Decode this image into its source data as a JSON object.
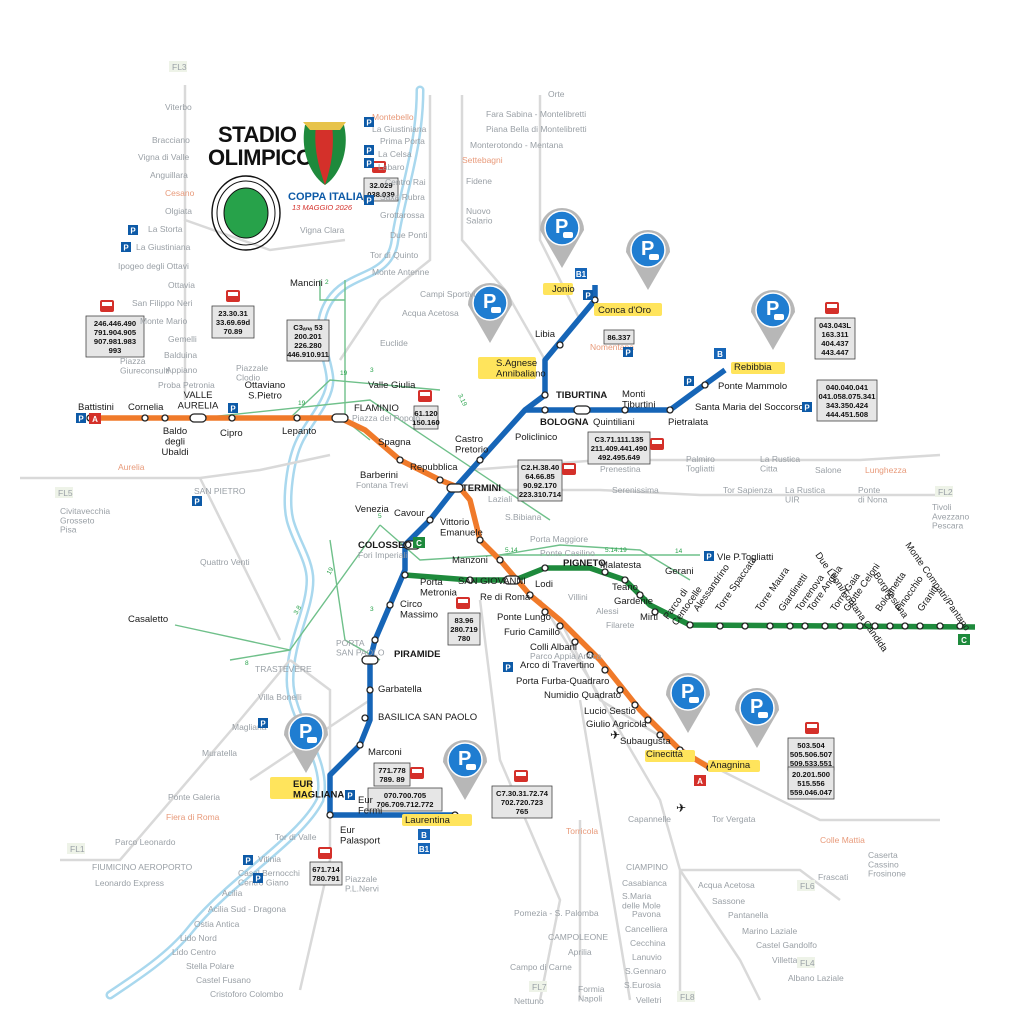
{
  "colors": {
    "line_a": "#f07a2a",
    "line_b": "#1665b7",
    "line_c": "#1e8a3c",
    "tram": "#6fc08a",
    "river": "#a9d8ee",
    "rail": "#d9d9d9",
    "parking": "#0d5aa7",
    "highlight": "#ffe45c"
  },
  "logo": {
    "title_1": "STADIO",
    "title_2": "OLIMPICO",
    "event": "COPPA ITALIA",
    "date": "13 MAGGIO 2026"
  },
  "lines": {
    "a_badge": "A",
    "b_badge": "B",
    "b1_badge": "B1",
    "c_badge": "C",
    "parking_glyph": "P"
  },
  "line_a": {
    "battistini": "Battistini",
    "cornelia": "Cornelia",
    "baldo": "Baldo\ndegli\nUbaldi",
    "valle_aurelia": "VALLE\nAURELIA",
    "cipro": "Cipro",
    "ottaviano": "Ottaviano\nS.Pietro",
    "lepanto": "Lepanto",
    "flaminio": "FLAMINIO",
    "flaminio_sub": "Piazza del Popolo",
    "spagna": "Spagna",
    "barberini": "Barberini",
    "barberini_sub": "Fontana Trevi",
    "repubblica": "Repubblica",
    "termini": "TERMINI",
    "vittorio": "Vittorio\nEmanuele",
    "manzoni": "Manzoni",
    "san_giovanni": "SAN GIOVANNI",
    "re_di_roma": "Re di Roma",
    "ponte_lungo": "Ponte Lungo",
    "furio_camillo": "Furio Camillo",
    "colli_albani": "Colli Albani",
    "colli_albani_sub": "Parco Appia Antica",
    "arco_travertino": "Arco di Travertino",
    "porta_furba": "Porta Furba-Quadraro",
    "numidio": "Numidio Quadrato",
    "lucio_sestio": "Lucio Sestio",
    "giulio_agricola": "Giulio Agricola",
    "subaugusta": "Subaugusta",
    "cinecitta": "Cinecittà",
    "anagnina": "Anagnina"
  },
  "line_b": {
    "jonio": "Jonio",
    "conca_doro": "Conca d'Oro",
    "libia": "Libia",
    "s_agnese": "S.Agnese\nAnnibaliano",
    "bologna": "BOLOGNA",
    "policlinico": "Policlinico",
    "castro_pretorio": "Castro\nPretorio",
    "tiburtina": "TIBURTINA",
    "quintiliani": "Quintiliani",
    "monti_tiburtini": "Monti\nTiburtini",
    "pietralata": "Pietralata",
    "santa_maria": "Santa Maria del Soccorso",
    "ponte_mammolo": "Ponte Mammolo",
    "rebibbia": "Rebibbia",
    "cavour": "Cavour",
    "colosseo": "COLOSSEO",
    "colosseo_sub": "Fori Imperiali",
    "circo_massimo": "Circo\nMassimo",
    "piramide": "PIRAMIDE",
    "garbatella": "Garbatella",
    "basilica": "BASILICA SAN PAOLO",
    "marconi": "Marconi",
    "eur_magliana": "EUR\nMAGLIANA",
    "eur_fermi": "Eur\nFermi",
    "laurentina": "Laurentina",
    "eur_palasport": "Eur\nPalasport"
  },
  "line_c": {
    "porta_metronia": "Porta\nMetronia",
    "lodi": "Lodi",
    "pigneto": "PIGNETO",
    "malatesta": "Malatesta",
    "teano": "Teano",
    "gardenie": "Gardenie",
    "mirti": "Mirti",
    "parco_centocelle": "Parco di\nCentocelle",
    "alessandrino": "Alessandrino",
    "torre_spaccata": "Torre Spaccata",
    "torre_maura": "Torre Maura",
    "giardinetti": "Giardinetti",
    "torrenova": "Torrenova",
    "torre_angela": "Torre Angela",
    "torre_gaia": "Torre Gaia",
    "grotte_celoni": "Grotte Celoni",
    "due_leoni": "Due Leoni/Fontana Candida",
    "borghesiana": "Borghesiana",
    "bolognetta": "Bolognetta",
    "finocchio": "Finocchio",
    "graniti": "Graniti",
    "monte_compatri": "Monte Compatri/Pantano"
  },
  "tram": {
    "valle_giulia": "Valle Giulia",
    "mancini": "Mancini",
    "venezia": "Venezia",
    "casaletto": "Casaletto",
    "trastevere": "TRASTEVERE",
    "gerani": "Gerani",
    "vle_togliatti": "Vle P.Togliatti",
    "euclide": "Euclide",
    "n2": "2",
    "n3": "3",
    "n8": "8",
    "n5": "5",
    "n14": "14",
    "n19": "19",
    "n19b": "19",
    "n3_19": "3.19",
    "n5_14": "5.14",
    "n5_14_19": "5.14.19",
    "n3_8": "3.8",
    "n19c": "19",
    "n3b": "3"
  },
  "rail": {
    "viterbo": "Viterbo",
    "bracciano": "Bracciano",
    "vigna_valle": "Vigna di Valle",
    "anguillara": "Anguillara",
    "cesano": "Cesano",
    "olgiata": "Olgiata",
    "la_storta": "La Storta",
    "la_giustiniana_w": "La Giustiniana",
    "ipogeo": "Ipogeo degli Ottavi",
    "ottavia": "Ottavia",
    "san_filippo": "San Filippo Neri",
    "monte_mario": "Monte Mario",
    "gemelli": "Gemelli",
    "balduina": "Balduina",
    "appiano": "Appiano",
    "proba": "Proba Petronia",
    "montebello": "Montebello",
    "la_giustiniana": "La Giustiniana",
    "prima_porta": "Prima Porta",
    "la_celsa": "La Celsa",
    "labaro": "Labaro",
    "centro_rai": "Centro Rai",
    "saxa_rubra": "Saxa Rubra",
    "grottarossa": "Grottarossa",
    "due_ponti": "Due Ponti",
    "tor_quinto": "Tor di Quinto",
    "monte_antenne": "Monte Antenne",
    "vigna_clara": "Vigna Clara",
    "campi_sportivi": "Campi Sportivi",
    "acqua_acetosa": "Acqua Acetosa",
    "orte": "Orte",
    "fara_sabina": "Fara Sabina - Montelibretti",
    "piana_bella": "Piana Bella di Montelibretti",
    "monterotondo": "Monterotondo - Mentana",
    "settebagni": "Settebagni",
    "fidene": "Fidene",
    "nuovo_salario": "Nuovo\nSalario",
    "nomentana": "Nomentana",
    "aurelia": "Aurelia",
    "san_pietro": "SAN PIETRO",
    "civitavecchia": "Civitavecchia\nGrosseto\nPisa",
    "quattro_venti": "Quattro Venti",
    "villa_bonelli": "Villa Bonelli",
    "magliana": "Magliana",
    "muratella": "Muratella",
    "ponte_galeria": "Ponte Galeria",
    "fiera_roma": "Fiera di Roma",
    "parco_leonardo": "Parco Leonardo",
    "fiumicino": "FIUMICINO AEROPORTO",
    "leonardo_express": "Leonardo Express",
    "tor_di_valle": "Tor di Valle",
    "vitinia": "Vitinia",
    "casal_bernocchi": "Casal Bernocchi\nCentro Giano",
    "acilia": "Acilia",
    "acilia_sud": "Acilia Sud - Dragona",
    "ostia_antica": "Ostia Antica",
    "lido_nord": "Lido Nord",
    "lido_centro": "Lido Centro",
    "stella_polare": "Stella Polare",
    "castel_fusano": "Castel Fusano",
    "cristoforo": "Cristoforo Colombo",
    "prenestina": "Prenestina",
    "palmiro": "Palmiro\nTogliatti",
    "rustica": "La Rustica\nCitta",
    "salone": "Salone",
    "lunghezza": "Lunghezza",
    "serenissima": "Serenissima",
    "tor_sapienza": "Tor Sapienza",
    "rustica_uir": "La Rustica\nUIR",
    "ponte_nona": "Ponte\ndi Nona",
    "tivoli": "Tivoli\nAvezzano\nPescara",
    "laziali": "Laziali",
    "s_bibiana": "S.Bibiana",
    "porta_maggiore": "Porta Maggiore",
    "ponte_casilino": "Ponte Casilino",
    "villini": "Villini",
    "alessi": "Alessi",
    "filarete": "Filarete",
    "porta_san_paolo": "PORTA\nSAN PAOLO",
    "torricola": "Torricola",
    "capannelle": "Capannelle",
    "tor_vergata": "Tor Vergata",
    "colle_mattia": "Colle Mattia",
    "caserta": "Caserta\nCassino\nFrosinone",
    "ciampino": "CIAMPINO",
    "casabianca": "Casabianca",
    "s_maria_mole": "S.Maria\ndelle Mole",
    "pavona": "Pavona",
    "cancelliera": "Cancelliera",
    "cecchina": "Cecchina",
    "lanuvio": "Lanuvio",
    "s_gennaro": "S.Gennaro",
    "s_eurosia": "S.Eurosia",
    "velletri": "Velletri",
    "acqua_acetosa_s": "Acqua Acetosa",
    "sassone": "Sassone",
    "pantanella": "Pantanella",
    "marino_laziale": "Marino Laziale",
    "castel_gandolfo": "Castel Gandolfo",
    "villetta": "Villetta",
    "albano_laziale": "Albano Laziale",
    "frascati": "Frascati",
    "pomezia": "Pomezia - S. Palomba",
    "campoleone": "CAMPOLEONE",
    "aprilia": "Aprilia",
    "campo_carne": "Campo di Carne",
    "nettuno": "Nettuno",
    "formia": "Formia\nNapoli",
    "fl3": "FL3",
    "fl5": "FL5",
    "fl1": "FL1",
    "fl2": "FL2",
    "fl4": "FL4",
    "fl6": "FL6",
    "fl7": "FL7",
    "fl8": "FL8"
  },
  "bus_boxes": {
    "battistini_box": "246.446.490\n791.904.905\n907.981.983\n993",
    "piazza_giureconsulti": "Piazza\nGiureconsulti",
    "cipro_box": "23.30.31\n33.69.69d\n70.89",
    "piazzale_clodio": "Piazzale\nClodio",
    "mancini_box": "C3ₐₙₐ 53\n200.201\n226.280\n446.910.911",
    "labaro_box": "32.029\n038.039",
    "flaminio_box": "61.120\n150.160",
    "conca_box": "86.337",
    "rebibbia_box": "043.043L\n163.311\n404.437\n443.447",
    "mammolo_box": "040.040.041\n041.058.075.341\n343.350.424\n444.451.508",
    "tiburtina_box": "C3.71.111.135\n211.409.441.490\n492.495.649",
    "termini_box": "C2.H.38.40\n64.66.85\n90.92.170\n223.310.714",
    "piramide_box": "83.96\n280.719\n780",
    "marconi_box": "771.778\n789.  89",
    "eur_fermi_box": "070.700.705\n706.709.712.772",
    "laurentina_box": "C7.30.31.72.74\n702.720.723\n765",
    "palasport_box": "671.714\n780.791",
    "piazzale_nervi": "Piazzale\nP.L.Nervi",
    "anagnina_box1": "503.504\n505.506.507\n509.533.551",
    "anagnina_box2": "20.201.500\n515.556\n559.046.047"
  }
}
